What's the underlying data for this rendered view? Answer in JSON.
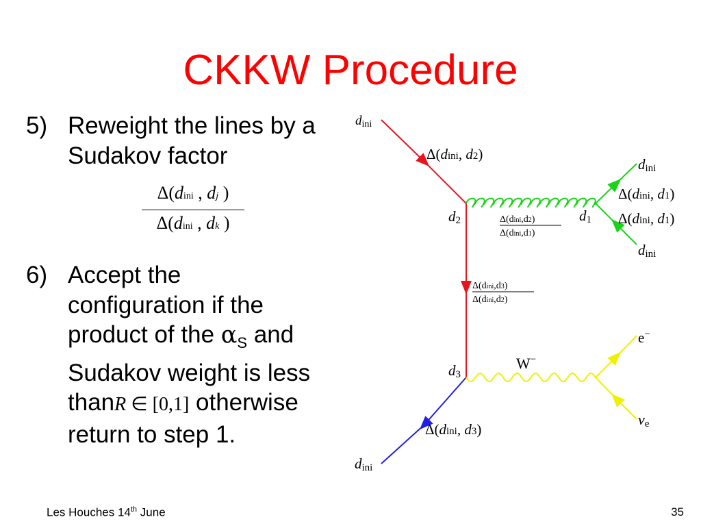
{
  "slide": {
    "title": "CKKW Procedure",
    "footer_left": "Les Houches 14",
    "footer_left_sup": "th",
    "footer_left_suffix": " June",
    "page_number": "35"
  },
  "steps": [
    {
      "number": "5)",
      "lines": [
        "Reweight the lines by a",
        "Sudakov factor"
      ]
    },
    {
      "number": "6)",
      "lines": [
        "Accept the",
        "configuration if the",
        "product of the ",
        " and",
        "Sudakov weight is less",
        "than",
        " otherwise",
        "return to step 1."
      ]
    }
  ],
  "sudakov_fraction": {
    "numerator": {
      "delta": "Δ(",
      "d1": "d",
      "sub1": "ini",
      "sep": " , ",
      "d2": "d",
      "sub2": "j",
      "close": " )"
    },
    "denominator": {
      "delta": "Δ(",
      "d1": "d",
      "sub1": "ini",
      "sep": " , ",
      "d2": "d",
      "sub2": "k",
      "close": " )"
    }
  },
  "alpha_s": {
    "symbol": "α",
    "subscript": "S"
  },
  "random_range": {
    "var": "R",
    "in": " ∈ ",
    "range": "[0,1]"
  },
  "diagram": {
    "colors": {
      "quark_in": "#e8141e",
      "gluon": "#18d418",
      "quark_out": "#1f1fe8",
      "lepton": "#f0f000"
    },
    "labels": {
      "d_ini_top": "d",
      "ini_top": "ini",
      "delta_top": "Δ(",
      "delta_top_d": "d",
      "delta_top_ini": "ini",
      "delta_top_rest": ", d",
      "delta_top_sub": "2",
      "delta_top_close": ")",
      "d2": "d",
      "d2_sub": "2",
      "d1": "d",
      "d1_sub": "1",
      "d_ini_right_top": "d",
      "ini_right_top": "ini",
      "d_ini_right_bottom": "d",
      "ini_right_bottom": "ini",
      "delta_r1": "Δ(",
      "delta_r1_d": "d",
      "delta_r1_ini": "ini",
      "delta_r1_rest": ", d",
      "delta_r1_sub": "1",
      "delta_r1_close": ")",
      "delta_r2": "Δ(",
      "delta_r2_d": "d",
      "delta_r2_ini": "ini",
      "delta_r2_rest": ", d",
      "delta_r2_sub": "1",
      "delta_r2_close": ")",
      "ratio_gluon_num": "Δ(d",
      "ratio_gluon_num_ini": "ini",
      "ratio_gluon_num_rest": ",d",
      "ratio_gluon_num_sub": "2",
      "ratio_gluon_num_close": ")",
      "ratio_gluon_den": "Δ(d",
      "ratio_gluon_den_ini": "ini",
      "ratio_gluon_den_rest": ",d",
      "ratio_gluon_den_sub": "1",
      "ratio_gluon_den_close": ")",
      "ratio_mid_num": "Δ(d",
      "ratio_mid_num_ini": "ini",
      "ratio_mid_num_rest": ",d",
      "ratio_mid_num_sub": "3",
      "ratio_mid_num_close": ")",
      "ratio_mid_den": "Δ(d",
      "ratio_mid_den_ini": "ini",
      "ratio_mid_den_rest": ",d",
      "ratio_mid_den_sub": "2",
      "ratio_mid_den_close": ")",
      "d3": "d",
      "d3_sub": "3",
      "w_boson": "W",
      "w_sup": "−",
      "electron": "e",
      "electron_sup": "−",
      "neutrino": "ν",
      "neutrino_sub": "e",
      "delta_bottom": "Δ(",
      "delta_bottom_d": "d",
      "delta_bottom_ini": "ini",
      "delta_bottom_rest": ", d",
      "delta_bottom_sub": "3",
      "delta_bottom_close": ")",
      "d_ini_bottom": "d",
      "ini_bottom": "ini"
    }
  }
}
